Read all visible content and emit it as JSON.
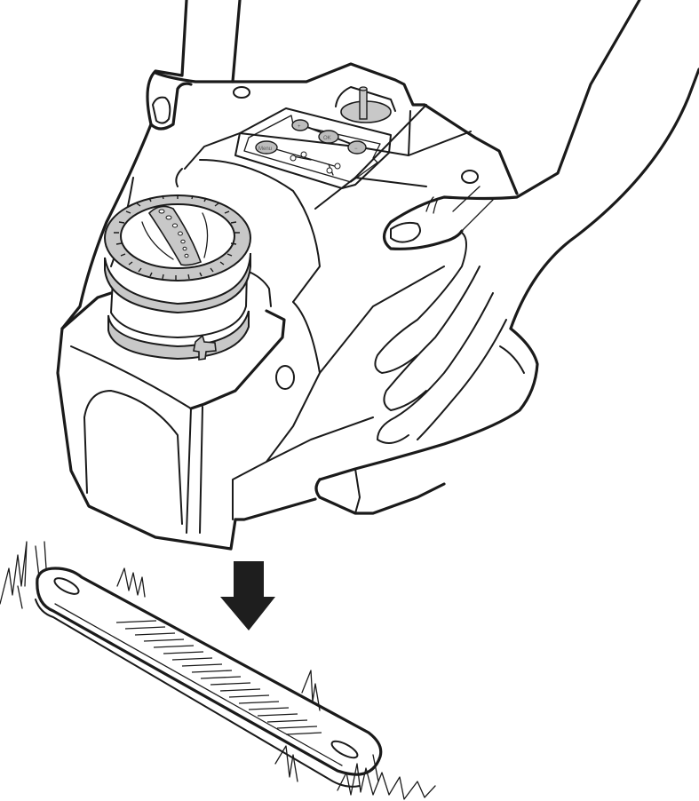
{
  "illustration": {
    "subject": "Robotic lawn mower being lowered onto charging station contact strip",
    "colors": {
      "line": "#1a1a1a",
      "fill_gray": "#c8c8c8",
      "arrow": "#1e1e1e",
      "background": "#ffffff"
    },
    "control_panel": {
      "buttons": [
        {
          "id": "plus",
          "label": "+"
        },
        {
          "id": "ok",
          "label": "OK"
        },
        {
          "id": "minus",
          "label": "−"
        },
        {
          "id": "menu",
          "label": "Menu"
        }
      ]
    },
    "direction_arrow": {
      "icon": "arrow-down-icon"
    },
    "ground_strip": {
      "slot_count": 19
    }
  }
}
